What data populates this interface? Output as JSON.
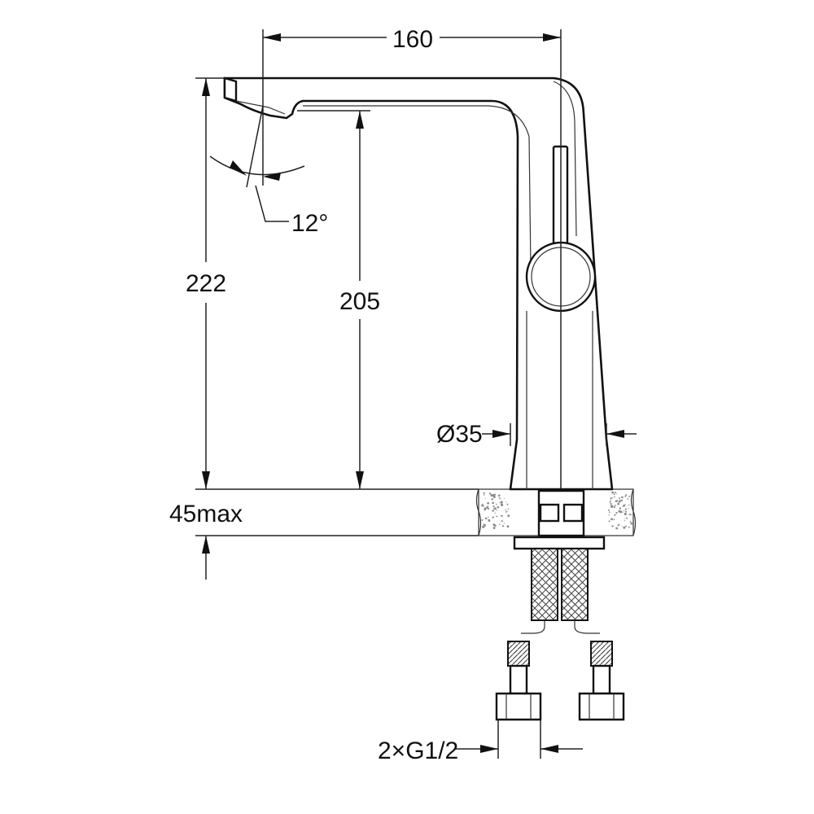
{
  "dimensions": {
    "spout_reach": "160",
    "total_height": "222",
    "spout_height": "205",
    "swivel_angle": "12°",
    "base_diameter": "Ø35",
    "max_deck_thickness": "45max",
    "connections": "2×G1/2"
  },
  "colors": {
    "line": "#111111",
    "background": "#ffffff",
    "countertop_speckle": "#8a8a8a"
  }
}
